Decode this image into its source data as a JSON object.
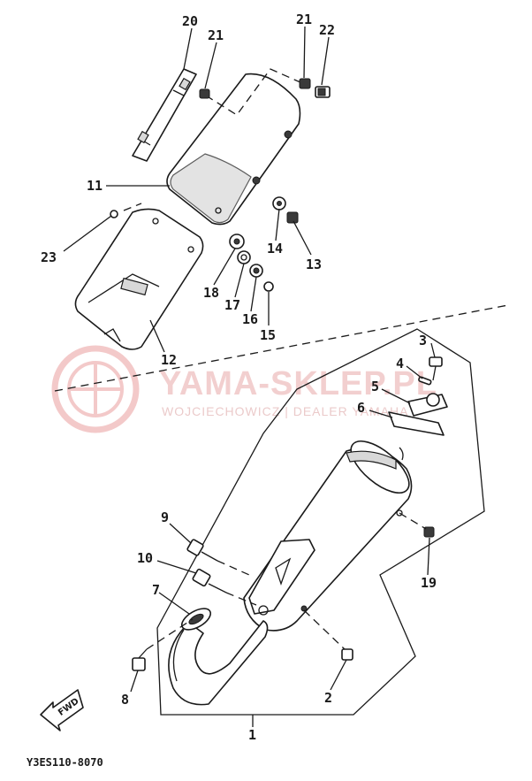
{
  "watermark": {
    "title": "YAMA-SKLEP.PL",
    "subtitle": "WOJCIECHOWICZ | DEALER YAMAHA"
  },
  "diagram_code": "Y3ES110-8070",
  "direction_arrow": "FWD",
  "callouts": {
    "c1": "1",
    "c2": "2",
    "c3": "3",
    "c4": "4",
    "c5": "5",
    "c6": "6",
    "c7": "7",
    "c8": "8",
    "c9": "9",
    "c10": "10",
    "c11": "11",
    "c12": "12",
    "c13": "13",
    "c14": "14",
    "c15": "15",
    "c16": "16",
    "c17": "17",
    "c18": "18",
    "c19": "19",
    "c20": "20",
    "c21a": "21",
    "c21b": "21",
    "c22": "22",
    "c23": "23"
  }
}
